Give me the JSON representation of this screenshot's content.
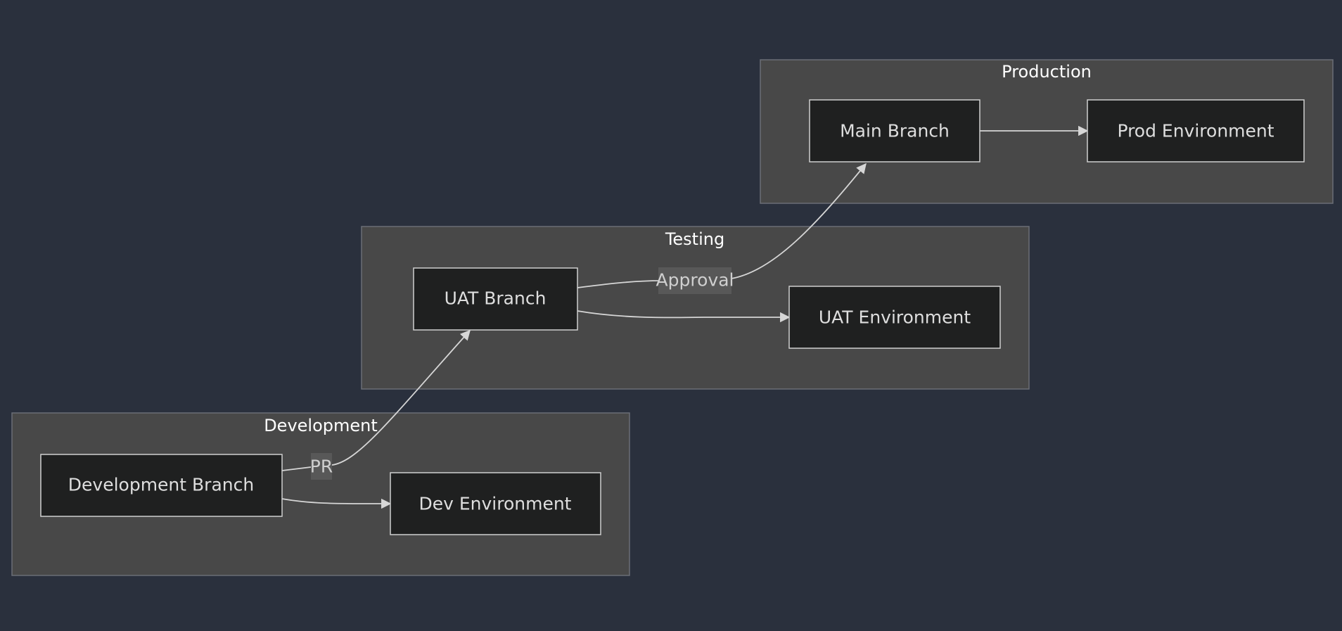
{
  "clusters": {
    "production": "Production",
    "testing": "Testing",
    "development": "Development"
  },
  "nodes": {
    "main_branch": "Main Branch",
    "prod_environment": "Prod Environment",
    "uat_branch": "UAT Branch",
    "uat_environment": "UAT Environment",
    "development_branch": "Development Branch",
    "dev_environment": "Dev Environment"
  },
  "edges": {
    "approval": "Approval",
    "pr": "PR"
  },
  "colors": {
    "background": "#2a303d",
    "cluster_fill": "#484848",
    "node_fill": "#1f2020",
    "edge": "#d6d6d6"
  }
}
